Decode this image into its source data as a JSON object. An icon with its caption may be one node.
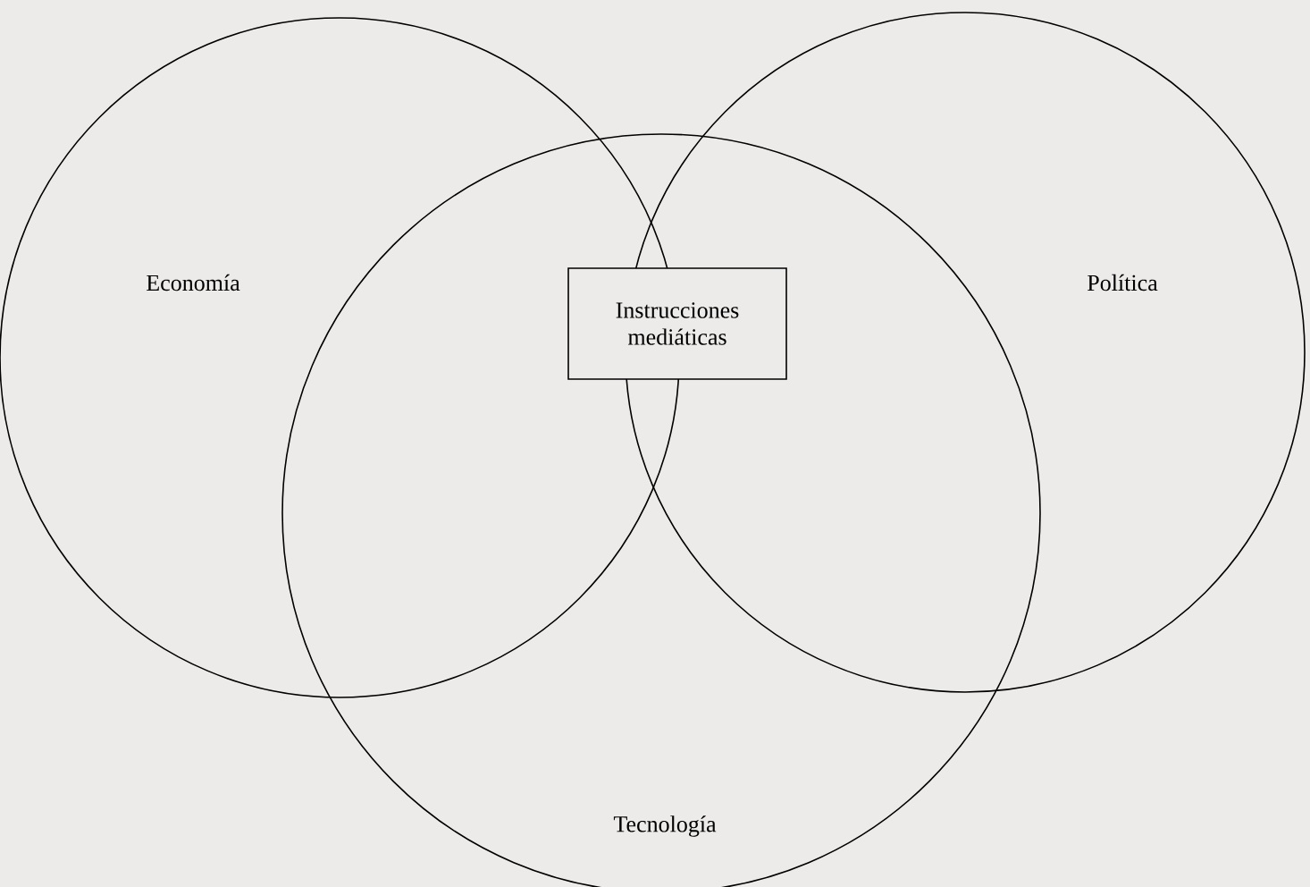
{
  "diagram": {
    "nodes": [
      {
        "text": [
          "Economía"
        ]
      },
      {
        "text": [
          "Política"
        ]
      },
      {
        "text": [
          "Tecnología"
        ]
      },
      {
        "text": [
          "Instrucciones mediáticas"
        ],
        "in": 2
      }
    ]
  }
}
